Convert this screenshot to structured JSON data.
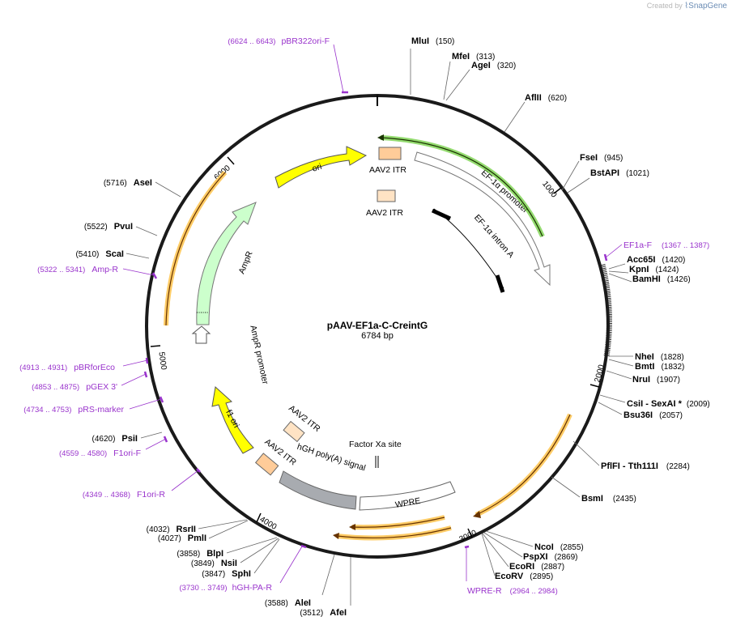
{
  "credit": {
    "prefix": "Created by",
    "brand": "SnapGene"
  },
  "plasmid": {
    "name": "pAAV-EF1a-C-CreintG",
    "size_label": "6784 bp",
    "length": 6784
  },
  "colors": {
    "backbone": "#1a1a1a",
    "primer": "#9933cc",
    "ori": "#ffff00",
    "itr": "#ffcc99",
    "ampr": "#ccffcc",
    "wpre": "#ffffff",
    "hgh": "#a8abb0",
    "orange_feature": "#ffcc66",
    "promoter_arrow": "#ffffff",
    "green_highlight": "#66cc33"
  },
  "ticks": [
    "1000",
    "2000",
    "3000",
    "4000",
    "5000",
    "6000"
  ],
  "enzymes": [
    {
      "name": "MluI",
      "pos": "(150)"
    },
    {
      "name": "MfeI",
      "pos": "(313)"
    },
    {
      "name": "AgeI",
      "pos": "(320)"
    },
    {
      "name": "AflII",
      "pos": "(620)"
    },
    {
      "name": "FseI",
      "pos": "(945)"
    },
    {
      "name": "BstAPI",
      "pos": "(1021)"
    },
    {
      "name": "Acc65I",
      "pos": "(1420)"
    },
    {
      "name": "KpnI",
      "pos": "(1424)"
    },
    {
      "name": "BamHI",
      "pos": "(1426)"
    },
    {
      "name": "NheI",
      "pos": "(1828)"
    },
    {
      "name": "BmtI",
      "pos": "(1832)"
    },
    {
      "name": "NruI",
      "pos": "(1907)"
    },
    {
      "name": "CsiI  - SexAI *",
      "pos": "(2009)"
    },
    {
      "name": "Bsu36I",
      "pos": "(2057)"
    },
    {
      "name": "PflFI  - Tth111I",
      "pos": "(2284)"
    },
    {
      "name": "BsmI",
      "pos": "(2435)"
    },
    {
      "name": "NcoI",
      "pos": "(2855)"
    },
    {
      "name": "PspXI",
      "pos": "(2869)"
    },
    {
      "name": "EcoRI",
      "pos": "(2887)"
    },
    {
      "name": "EcoRV",
      "pos": "(2895)"
    },
    {
      "name": "AfeI",
      "pos": "(3512)"
    },
    {
      "name": "AleI",
      "pos": "(3588)"
    },
    {
      "name": "SphI",
      "pos": "(3847)"
    },
    {
      "name": "NsiI",
      "pos": "(3849)"
    },
    {
      "name": "BlpI",
      "pos": "(3858)"
    },
    {
      "name": "PmlI",
      "pos": "(4027)"
    },
    {
      "name": "RsrII",
      "pos": "(4032)"
    },
    {
      "name": "PsiI",
      "pos": "(4620)"
    },
    {
      "name": "ScaI",
      "pos": "(5410)"
    },
    {
      "name": "PvuI",
      "pos": "(5522)"
    },
    {
      "name": "AseI",
      "pos": "(5716)"
    }
  ],
  "primers": [
    {
      "name": "pBR322ori-F",
      "range": "(6624 .. 6643)"
    },
    {
      "name": "EF1a-F",
      "range": "(1367 .. 1387)"
    },
    {
      "name": "WPRE-R",
      "range": "(2964 .. 2984)"
    },
    {
      "name": "hGH-PA-R",
      "range": "(3730 .. 3749)"
    },
    {
      "name": "F1ori-R",
      "range": "(4349 .. 4368)"
    },
    {
      "name": "F1ori-F",
      "range": "(4559 .. 4580)"
    },
    {
      "name": "pRS-marker",
      "range": "(4734 .. 4753)"
    },
    {
      "name": "pGEX 3'",
      "range": "(4853 .. 4875)"
    },
    {
      "name": "pBRforEco",
      "range": "(4913 .. 4931)"
    },
    {
      "name": "Amp-R",
      "range": "(5322 .. 5341)"
    }
  ],
  "features": [
    {
      "name": "ori"
    },
    {
      "name": "AAV2 ITR"
    },
    {
      "name": "AAV2 ITR"
    },
    {
      "name": "EF-1α promoter"
    },
    {
      "name": "EF-1α intron A"
    },
    {
      "name": "AmpR"
    },
    {
      "name": "AmpR promoter"
    },
    {
      "name": "f1 ori"
    },
    {
      "name": "AAV2 ITR"
    },
    {
      "name": "AAV2 ITR"
    },
    {
      "name": "hGH poly(A) signal"
    },
    {
      "name": "Factor Xa site"
    },
    {
      "name": "WPRE"
    }
  ]
}
